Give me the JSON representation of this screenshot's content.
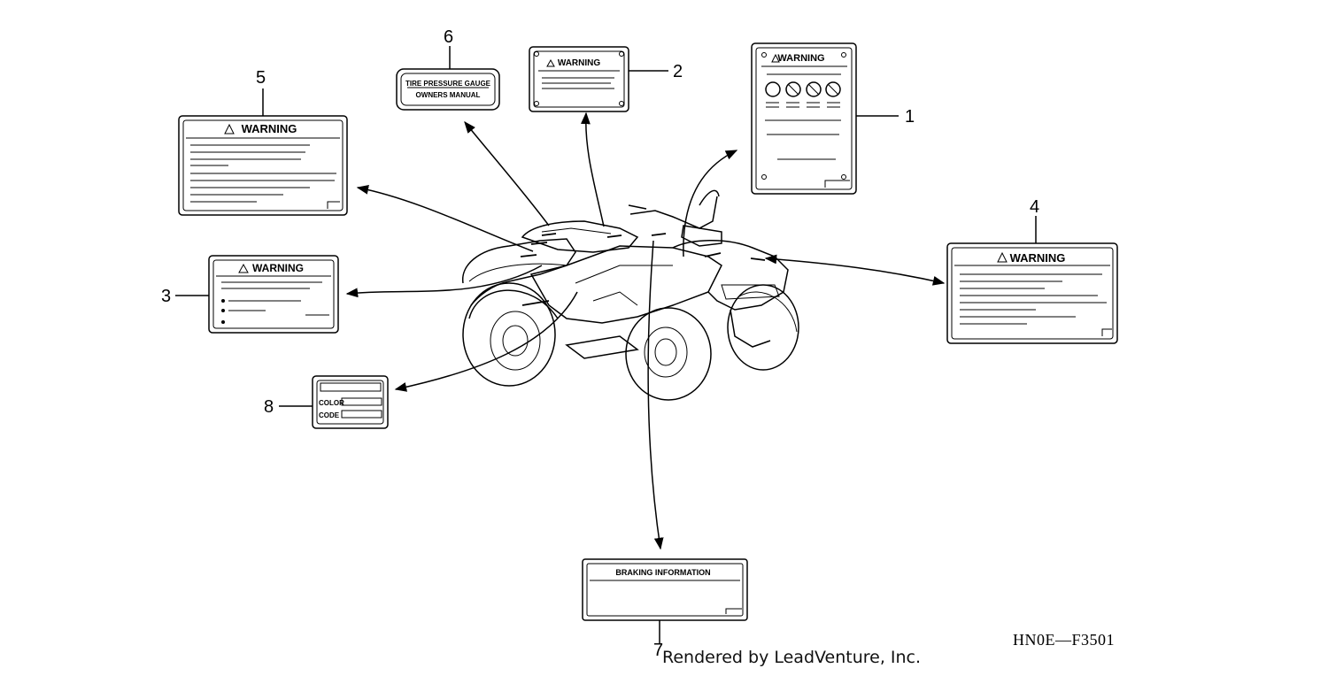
{
  "figure_code": "HN0E—F3501",
  "render_credit": "Rendered by LeadVenture, Inc.",
  "labels": [
    {
      "number": "1",
      "title": "WARNING",
      "icons": [
        "ppe-icon",
        "no-passenger-icon",
        "no-road-icon",
        "no-under-16-icon"
      ]
    },
    {
      "number": "2",
      "title": "WARNING"
    },
    {
      "number": "3",
      "title": "WARNING"
    },
    {
      "number": "4",
      "title": "WARNING"
    },
    {
      "number": "5",
      "title": "WARNING"
    },
    {
      "number": "6",
      "line1": "TIRE PRESSURE GAUGE",
      "line2": "OWNERS MANUAL"
    },
    {
      "number": "7",
      "title": "BRAKING INFORMATION"
    },
    {
      "number": "8",
      "field1": "COLOR",
      "field2": "CODE"
    }
  ]
}
